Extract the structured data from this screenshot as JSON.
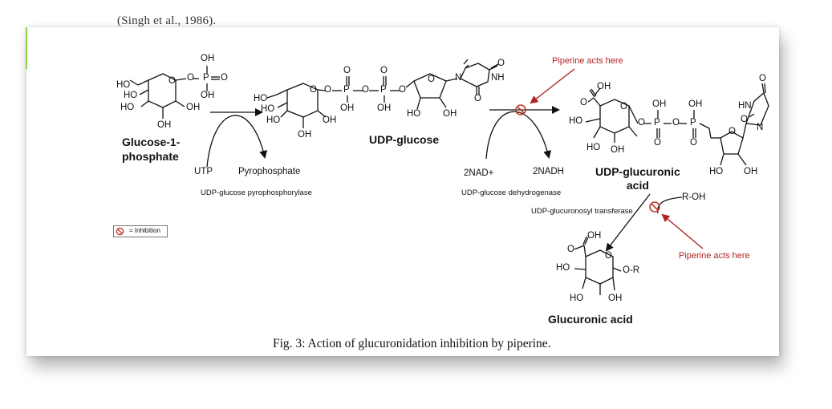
{
  "page": {
    "cut_citation": "(Singh et al., 1986).",
    "caption": "Fig. 3: Action of glucuronidation inhibition by piperine."
  },
  "molecules": {
    "g1p": "Glucose-1-\nphosphate",
    "udp_glucose": "UDP-glucose",
    "udp_glucuronic": "UDP-glucuronic\nacid",
    "glucuronic": "Glucuronic acid"
  },
  "atoms": {
    "OH": "OH",
    "HO": "HO",
    "O": "O",
    "P": "P",
    "NH": "NH",
    "HN": "HN",
    "N": "N",
    "OR": "O-R",
    "ROH": "R-OH"
  },
  "cofactors": {
    "utp": "UTP",
    "ppi": "Pyrophosphate",
    "nad": "2NAD+",
    "nadh": "2NADH"
  },
  "enzymes": {
    "e1": "UDP-glucose pyrophosphorylase",
    "e2": "UDP-glucose dehydrogenase",
    "e3": "UDP-glucuronosyl transferase"
  },
  "annotations": {
    "piperine_top": "Piperine acts here",
    "piperine_bottom": "Piperine acts here"
  },
  "legend": {
    "text": "= Inhibition",
    "icon": "inhibition-icon"
  },
  "colors": {
    "inhibition_red": "#c0392b",
    "annotation_red": "#b22222"
  }
}
